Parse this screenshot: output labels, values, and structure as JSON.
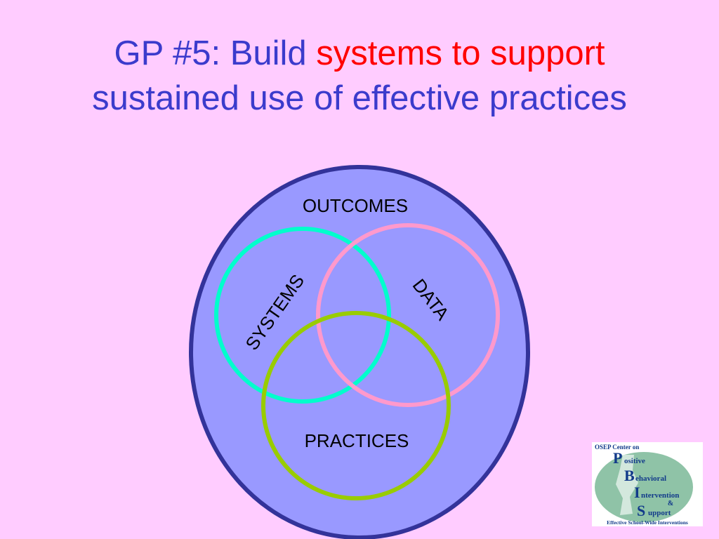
{
  "title": {
    "line1_prefix": "GP #5: Build ",
    "line1_accent": "systems to support",
    "line2": "sustained use of effective practices"
  },
  "diagram": {
    "outer_label": "OUTCOMES",
    "systems_label": "SYSTEMS",
    "data_label": "DATA",
    "practices_label": "PRACTICES"
  },
  "logo": {
    "top_line": "OSEP Center on",
    "letter_p": "P",
    "word_p": "ositive",
    "letter_b": "B",
    "word_b": "ehavioral",
    "letter_i": "I",
    "word_i": "ntervention",
    "amp": "&",
    "letter_s": "S",
    "word_s": "upport",
    "bottom_line": "Effective School-Wide Interventions"
  },
  "colors": {
    "background": "#ffccff",
    "title_blue": "#3b3bcc",
    "title_red": "#ff0000",
    "outer_fill": "#9999ff",
    "outer_stroke": "#33339a",
    "systems_ring": "#00ffcc",
    "data_ring": "#ff99cc",
    "practices_ring": "#99cc00"
  }
}
